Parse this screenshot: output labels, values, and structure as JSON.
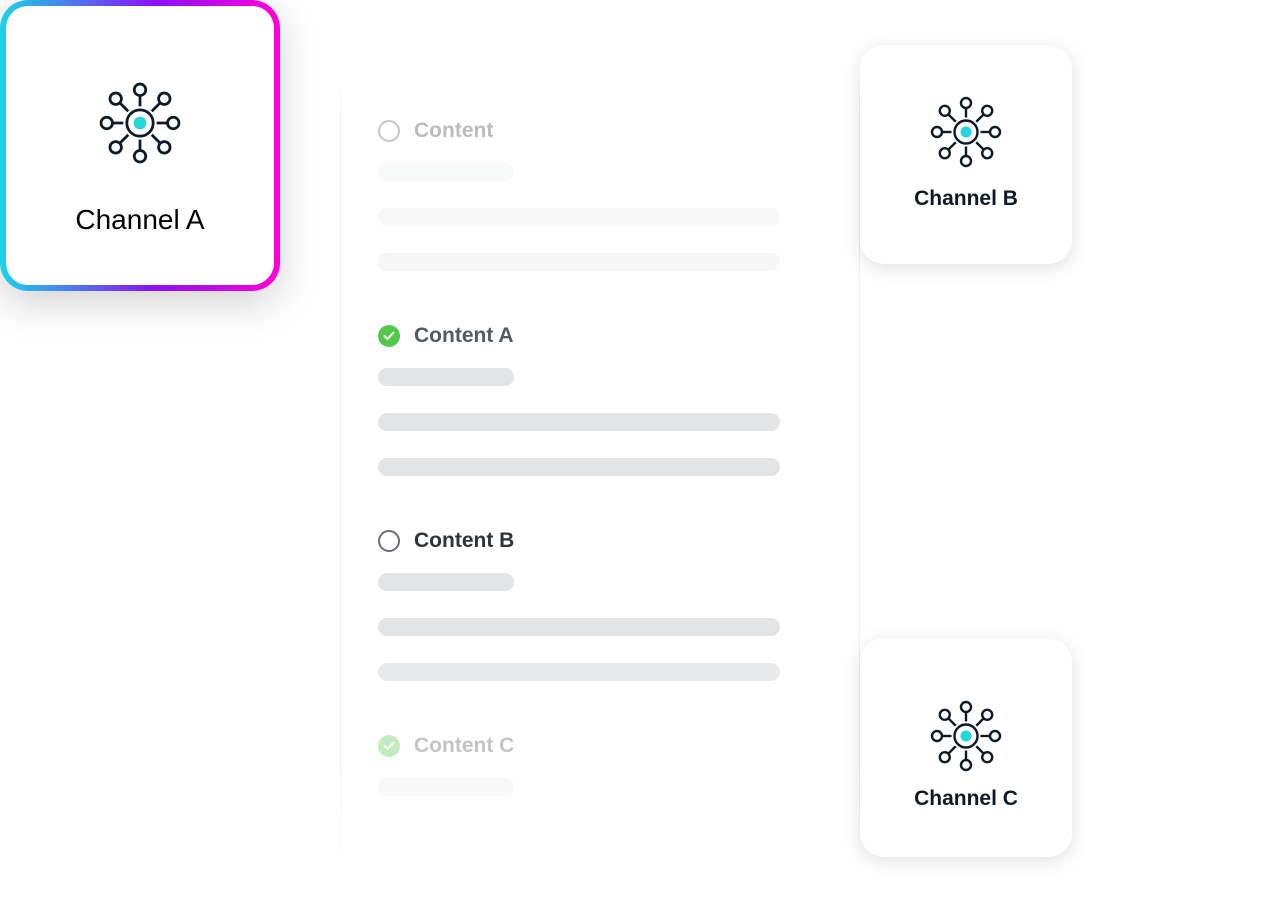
{
  "content_list": {
    "items": [
      {
        "label": "Content",
        "status": "pending"
      },
      {
        "label": "Content A",
        "status": "done"
      },
      {
        "label": "Content B",
        "status": "pending"
      },
      {
        "label": "Content C",
        "status": "done"
      }
    ]
  },
  "channels": {
    "b": {
      "label": "Channel B",
      "icon": "network-hub-icon"
    },
    "a": {
      "label": "Channel A",
      "icon": "network-hub-icon",
      "selected": true
    },
    "c": {
      "label": "Channel C",
      "icon": "network-hub-icon"
    }
  },
  "colors": {
    "check": "#52c94a",
    "hub_center": "#1ed8dc",
    "gradient_start": "#1bd3e8",
    "gradient_mid": "#8a10f5",
    "gradient_end": "#ff00d9",
    "text_dark": "#0d1b24"
  }
}
